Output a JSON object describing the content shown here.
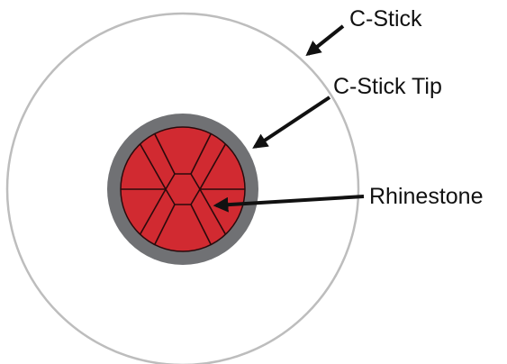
{
  "labels": {
    "c_stick": "C-Stick",
    "c_stick_tip": "C-Stick Tip",
    "rhinestone": "Rhinestone"
  },
  "colors": {
    "outer_ring": "#bdbdbd",
    "tip_ring": "#707174",
    "rhinestone_fill": "#d12a31",
    "facet_lines": "#2a0a0c",
    "arrow": "#111111",
    "text": "#111111"
  }
}
